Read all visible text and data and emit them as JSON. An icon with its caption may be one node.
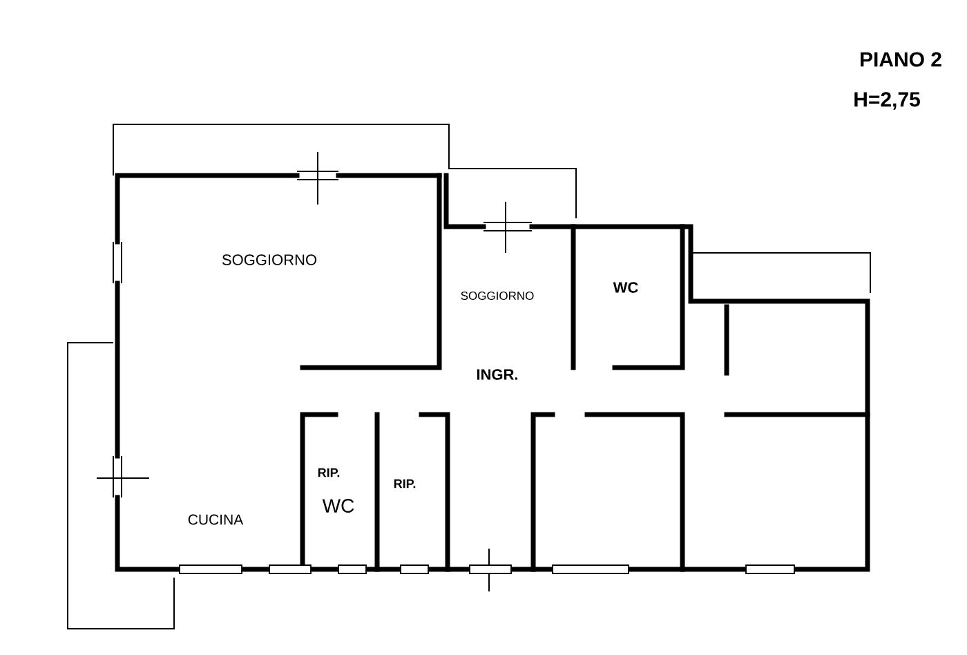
{
  "diagram": {
    "labels": [
      "PIANO 2",
      "H=2,75",
      "SOGGIORNO",
      "SOGGIORNO",
      "WC",
      "INGR.",
      "RIP.",
      "WC",
      "RIP.",
      "CUCINA"
    ]
  }
}
